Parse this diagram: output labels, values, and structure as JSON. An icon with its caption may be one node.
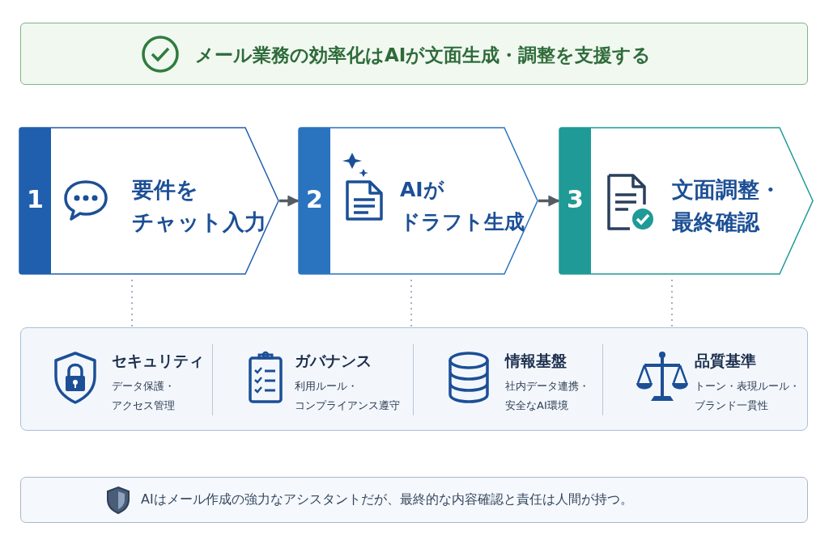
{
  "diagram": {
    "nodes": [
      {
        "text": [
          "メール業務の効率化はAIが文面生成・調整を支援する"
        ]
      },
      {
        "text": [
          "1",
          "要件をチャット入力"
        ]
      },
      {
        "text": [
          "2",
          "AIがドラフト生成"
        ]
      },
      {
        "text": [
          "3",
          "文面調整・最終確認"
        ]
      },
      {
        "text": [],
        "shape": "box"
      },
      {
        "text": [
          "セキュリティ",
          "データ保護・アクセス管理"
        ],
        "in": 4
      },
      {
        "text": [
          "ガバナンス",
          "利用ルール・コンプライアンス遵守"
        ],
        "in": 4
      },
      {
        "text": [
          "情報基盤",
          "社内データ連携・安全なAI環境"
        ],
        "in": 4
      },
      {
        "text": [
          "品質基準",
          "トーン・表現ルール・ブランド一貫性"
        ],
        "in": 4
      },
      {
        "text": [
          "AIはメール作成の強力なアシスタントだが、最終的な内容確認と責任は人間が持つ。"
        ]
      }
    ],
    "edges": [
      {
        "from": 1,
        "to": 2,
        "arrow": "to",
        "color": "#555b63"
      },
      {
        "from": 2,
        "to": 3,
        "arrow": "to",
        "color": "#555b63"
      },
      {
        "from": 1,
        "to": 4,
        "arrow": "none",
        "style": "dashed",
        "color": "#a3b1c4"
      },
      {
        "from": 2,
        "to": 4,
        "arrow": "none",
        "style": "dashed",
        "color": "#a3b1c4"
      },
      {
        "from": 3,
        "to": 4,
        "arrow": "none",
        "style": "dashed",
        "color": "#a3b1c4"
      }
    ]
  }
}
